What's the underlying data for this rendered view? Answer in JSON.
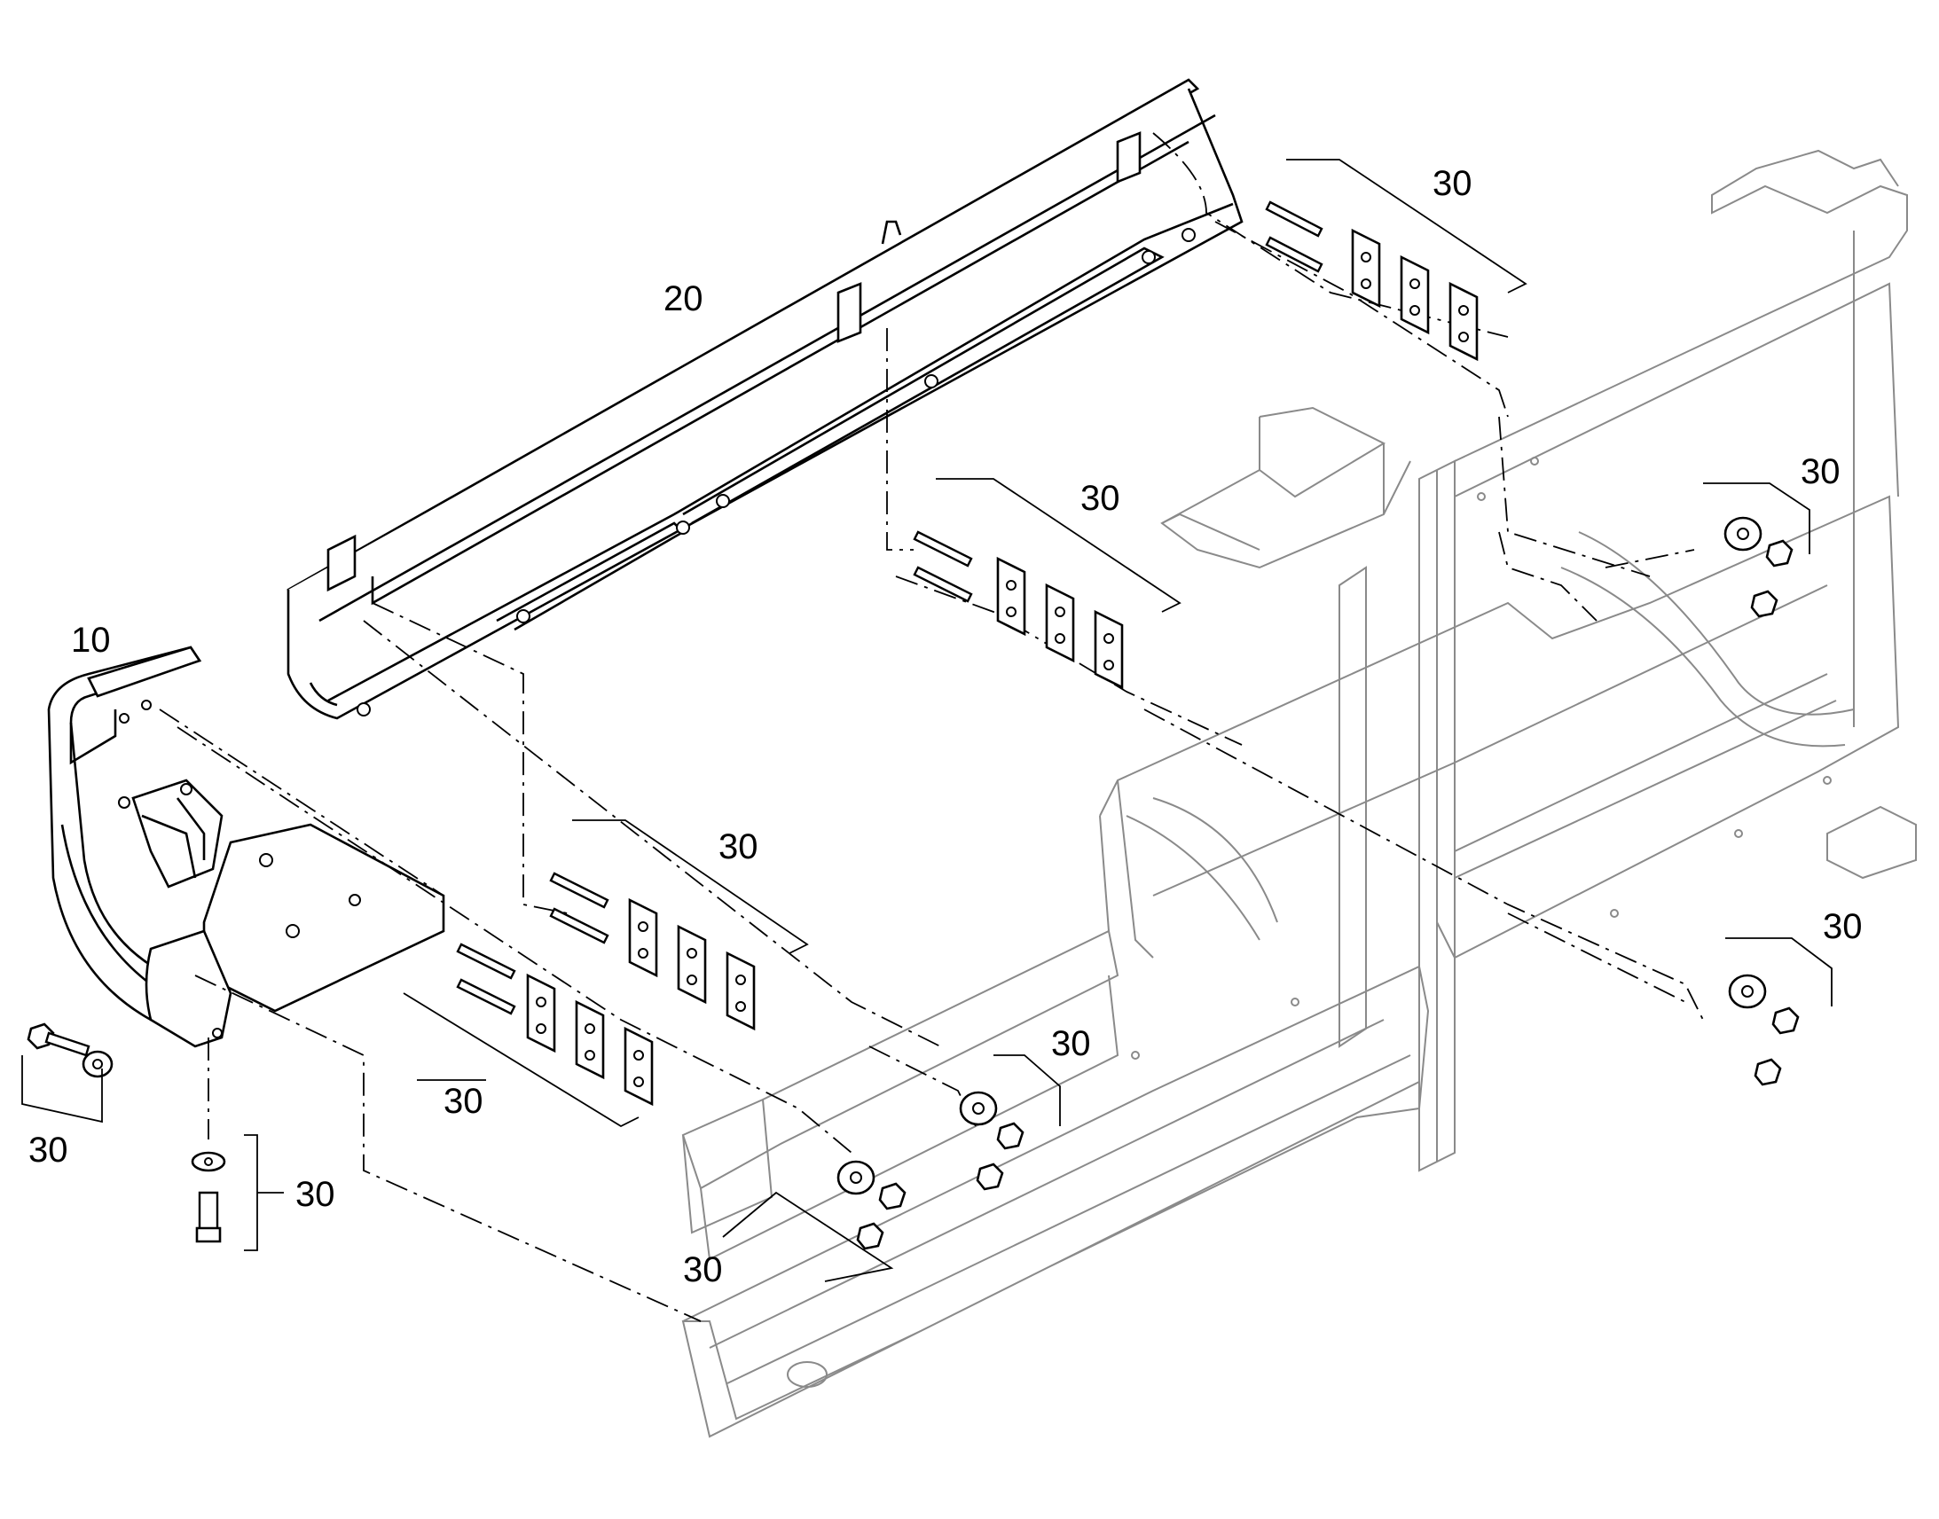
{
  "callouts": {
    "c10": "10",
    "c20": "20",
    "c30_a": "30",
    "c30_b": "30",
    "c30_c": "30",
    "c30_d": "30",
    "c30_e": "30",
    "c30_f": "30",
    "c30_g": "30",
    "c30_h": "30",
    "c30_i": "30",
    "c30_j": "30"
  }
}
